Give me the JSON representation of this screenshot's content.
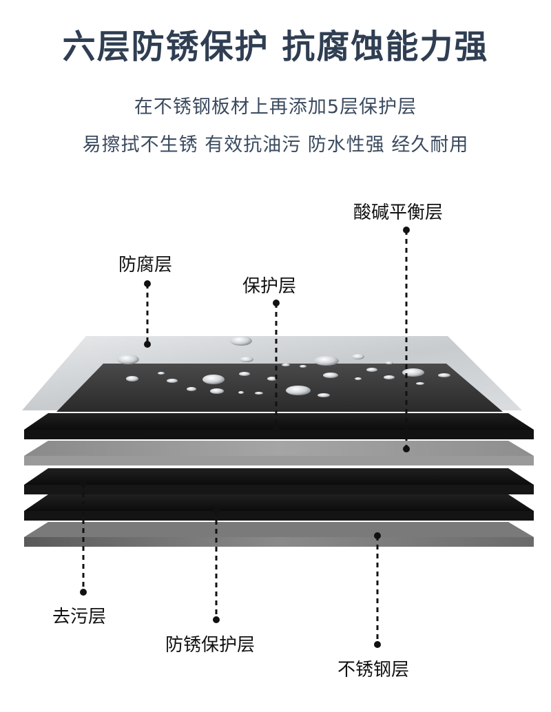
{
  "title": "六层防锈保护 抗腐蚀能力强",
  "subtitle_line1": "在不锈钢板材上再添加5层保护层",
  "subtitle_line2": "易擦拭不生锈 有效抗油污 防水性强 经久耐用",
  "layers": {
    "acid_base": "酸碱平衡层",
    "anticorrosion": "防腐层",
    "protective": "保护层",
    "decontamination": "去污层",
    "antirust": "防锈保护层",
    "stainless": "不锈钢层"
  },
  "colors": {
    "title": "#2f3e52",
    "subtitle": "#3a4a5e",
    "glass": "#c9cdd0",
    "dark": "#1a1a1a",
    "gray": "#8e8e8e",
    "steel": "#6e6e6e"
  }
}
